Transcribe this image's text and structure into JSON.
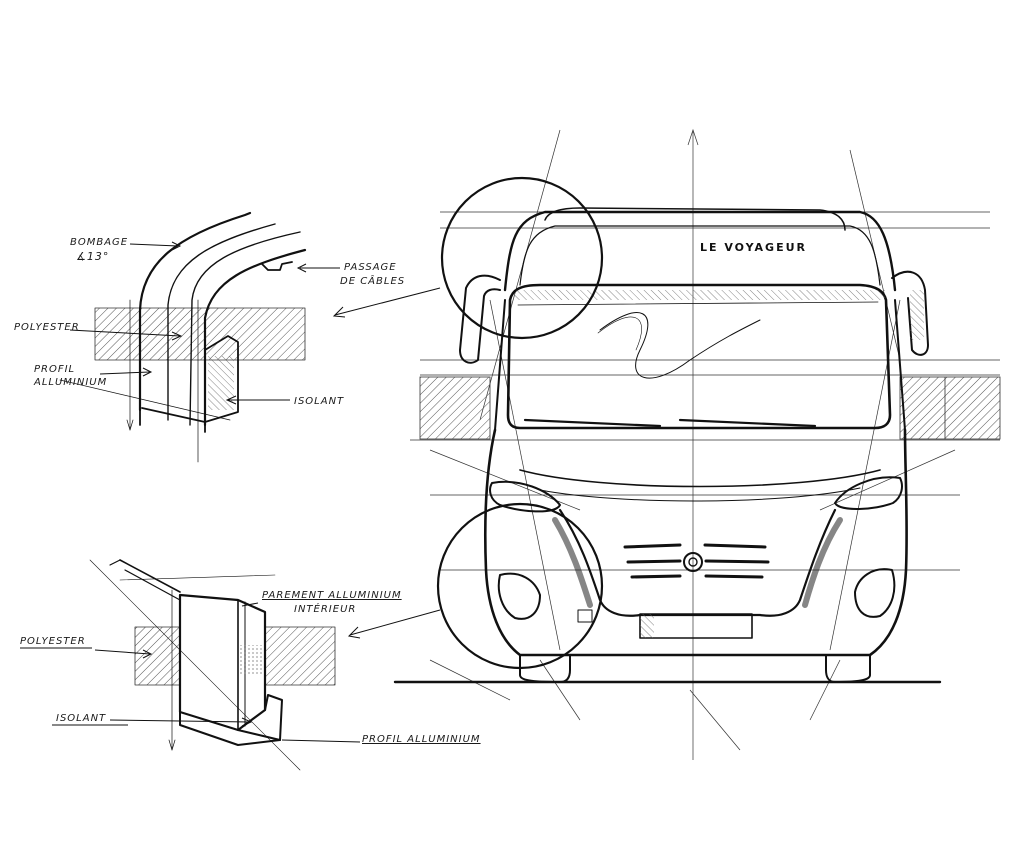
{
  "labels": {
    "bombage": "BOMBAGE",
    "angle": "∡13°",
    "passage_line1": "PASSAGE",
    "passage_line2": "DE CÂBLES",
    "polyester_top": "POLYESTER",
    "profil_line1": "PROFIL",
    "profil_line2": "ALLUMINIUM",
    "isolant_top": "ISOLANT",
    "parement_line1": "PAREMENT ALLUMINIUM",
    "parement_line2": "INTÉRIEUR",
    "polyester_bottom": "POLYESTER",
    "isolant_bottom": "ISOLANT",
    "profil_bottom": "PROFIL ALLUMINIUM"
  },
  "vehicle": {
    "brand": "LE VOYAGEUR"
  },
  "colors": {
    "ink": "#1a1a1a",
    "hatch": "#555555",
    "paper": "#ffffff"
  }
}
